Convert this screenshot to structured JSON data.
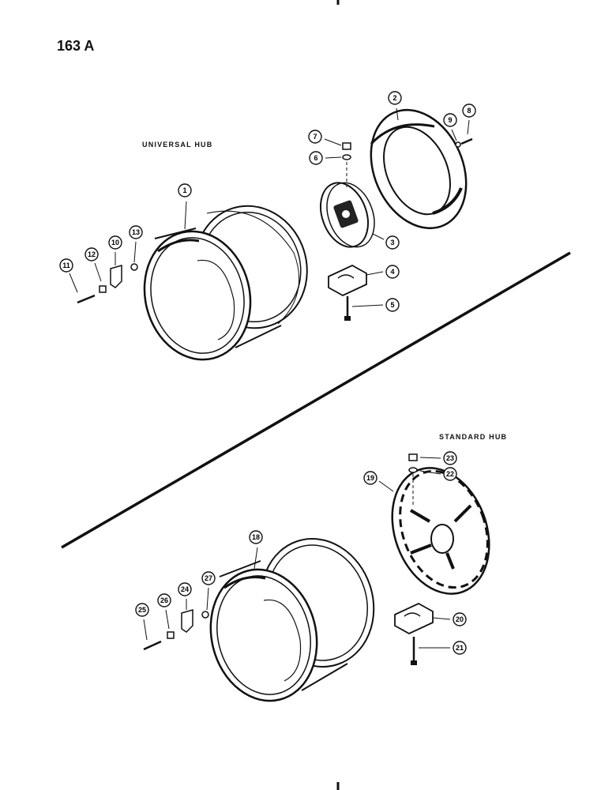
{
  "page": {
    "number": "163 A"
  },
  "sections": {
    "universal": {
      "title": "UNIVERSAL HUB"
    },
    "standard": {
      "title": "STANDARD HUB"
    }
  },
  "callouts": [
    "1",
    "2",
    "3",
    "4",
    "5",
    "6",
    "7",
    "8",
    "9",
    "10",
    "11",
    "12",
    "13",
    "18",
    "19",
    "20",
    "21",
    "22",
    "23",
    "24",
    "25",
    "26",
    "27"
  ]
}
